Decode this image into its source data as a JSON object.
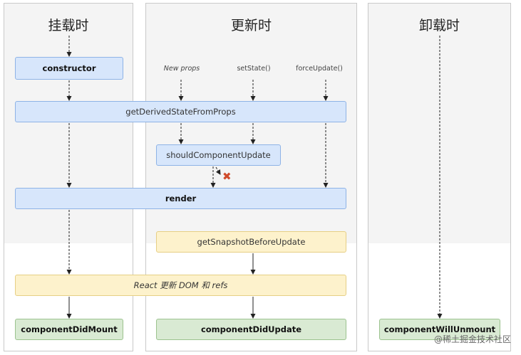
{
  "phases": {
    "mount": "挂载时",
    "update": "更新时",
    "unmount": "卸载时"
  },
  "triggers": {
    "new_props": "New props",
    "set_state": "setState()",
    "force_update": "forceUpdate()"
  },
  "methods": {
    "constructor": "constructor",
    "get_derived": "getDerivedStateFromProps",
    "should_update": "shouldComponentUpdate",
    "render": "render",
    "get_snapshot": "getSnapshotBeforeUpdate",
    "react_update": "React 更新 DOM 和 refs",
    "did_mount": "componentDidMount",
    "did_update": "componentDidUpdate",
    "will_unmount": "componentWillUnmount"
  },
  "reject_mark": "✖",
  "watermark": "@稀土掘金技术社区",
  "colors": {
    "blue_fill": "#d7e6fb",
    "yellow_fill": "#fdf2cc",
    "green_fill": "#d9ead3",
    "panel_bg": "#f4f4f4",
    "reject": "#d04a2a"
  }
}
